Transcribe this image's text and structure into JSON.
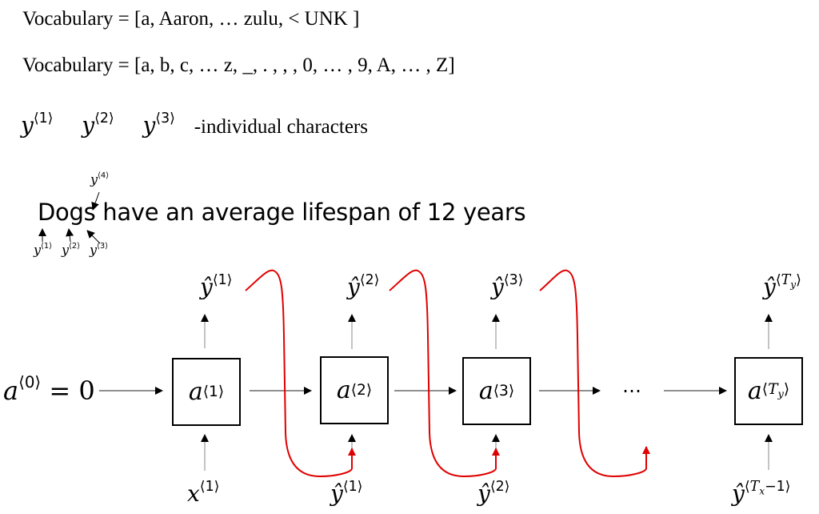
{
  "vocab_lines": [
    {
      "label": "Vocabulary",
      "equals": "=",
      "list": "[a, Aaron, … zulu, < UNK ]"
    },
    {
      "label": "Vocabulary",
      "equals": "=",
      "list": "[a, b, c, … z, _, . , , , 0, … , 9, A, … , Z]"
    }
  ],
  "char_line": {
    "symbols": [
      {
        "base": "y",
        "sup": "⟨1⟩"
      },
      {
        "base": "y",
        "sup": "⟨2⟩"
      },
      {
        "base": "y",
        "sup": "⟨3⟩"
      }
    ],
    "note": "-individual characters"
  },
  "sentence": {
    "text": "Dogs have an average lifespan of 12 years",
    "annotations": [
      {
        "base": "y",
        "sup": "⟨1⟩"
      },
      {
        "base": "y",
        "sup": "⟨2⟩"
      },
      {
        "base": "y",
        "sup": "⟨3⟩"
      },
      {
        "base": "y",
        "sup": "⟨4⟩"
      }
    ]
  },
  "rnn": {
    "initial": {
      "base": "a",
      "sup": "⟨0⟩",
      "rhs": "= 0"
    },
    "ellipsis": "…",
    "cells": [
      {
        "base": "a",
        "sup": "⟨1⟩",
        "output": {
          "base": "ŷ",
          "sup": "⟨1⟩"
        },
        "input": {
          "base": "x",
          "sup": "⟨1⟩"
        }
      },
      {
        "base": "a",
        "sup": "⟨2⟩",
        "output": {
          "base": "ŷ",
          "sup": "⟨2⟩"
        },
        "input": {
          "base": "ŷ",
          "sup": "⟨1⟩"
        }
      },
      {
        "base": "a",
        "sup": "⟨3⟩",
        "output": {
          "base": "ŷ",
          "sup": "⟨3⟩"
        },
        "input": {
          "base": "ŷ",
          "sup": "⟨2⟩"
        }
      },
      {
        "base": "a",
        "sup_pre": "⟨",
        "sup_var": "T",
        "sup_sub": "y",
        "sup_post": "⟩",
        "output": {
          "base": "ŷ",
          "sup_pre": "⟨",
          "sup_var": "T",
          "sup_sub": "y",
          "sup_post": "⟩"
        },
        "input": {
          "base": "ŷ",
          "sup_pre": "⟨",
          "sup_var": "T",
          "sup_sub": "x",
          "sup_post": "−1⟩"
        }
      }
    ]
  },
  "colors": {
    "feedback": "#e00000",
    "arrow": "#000000",
    "stem": "#8a8a8a"
  }
}
